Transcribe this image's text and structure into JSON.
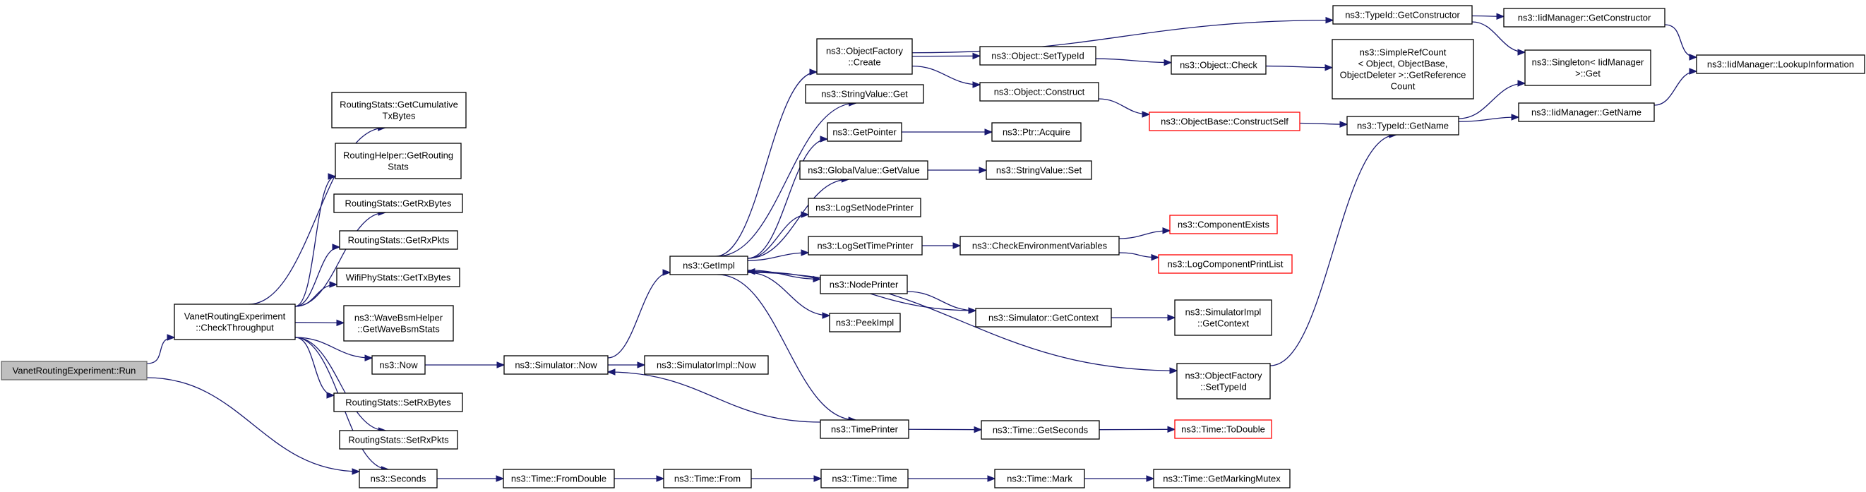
{
  "diagram": {
    "type": "call-graph",
    "colors": {
      "edge": "#191970",
      "root_fill": "#bfbfbf",
      "truncated_border": "#ff0000",
      "node_border": "#000000"
    },
    "nodes": [
      {
        "id": "run",
        "lines": [
          "VanetRoutingExperiment::Run"
        ],
        "style": "root"
      },
      {
        "id": "checkThroughput",
        "lines": [
          "VanetRoutingExperiment",
          "::CheckThroughput"
        ]
      },
      {
        "id": "getCumTxBytes",
        "lines": [
          "RoutingStats::GetCumulative",
          "TxBytes"
        ]
      },
      {
        "id": "getRoutingStats",
        "lines": [
          "RoutingHelper::GetRouting",
          "Stats"
        ]
      },
      {
        "id": "getRxBytes",
        "lines": [
          "RoutingStats::GetRxBytes"
        ]
      },
      {
        "id": "getRxPkts",
        "lines": [
          "RoutingStats::GetRxPkts"
        ]
      },
      {
        "id": "getTxBytes",
        "lines": [
          "WifiPhyStats::GetTxBytes"
        ]
      },
      {
        "id": "getWaveBsm",
        "lines": [
          "ns3::WaveBsmHelper",
          "::GetWaveBsmStats"
        ]
      },
      {
        "id": "now",
        "lines": [
          "ns3::Now"
        ]
      },
      {
        "id": "setRxBytes",
        "lines": [
          "RoutingStats::SetRxBytes"
        ]
      },
      {
        "id": "setRxPkts",
        "lines": [
          "RoutingStats::SetRxPkts"
        ]
      },
      {
        "id": "seconds",
        "lines": [
          "ns3::Seconds"
        ]
      },
      {
        "id": "simNow",
        "lines": [
          "ns3::Simulator::Now"
        ]
      },
      {
        "id": "getImpl",
        "lines": [
          "ns3::GetImpl"
        ]
      },
      {
        "id": "simImplNow",
        "lines": [
          "ns3::SimulatorImpl::Now"
        ]
      },
      {
        "id": "timeFromDouble",
        "lines": [
          "ns3::Time::FromDouble"
        ]
      },
      {
        "id": "timeFrom",
        "lines": [
          "ns3::Time::From"
        ]
      },
      {
        "id": "timeTime",
        "lines": [
          "ns3::Time::Time"
        ]
      },
      {
        "id": "timeMark",
        "lines": [
          "ns3::Time::Mark"
        ]
      },
      {
        "id": "getMarkingMutex",
        "lines": [
          "ns3::Time::GetMarkingMutex"
        ]
      },
      {
        "id": "ofCreate",
        "lines": [
          "ns3::ObjectFactory",
          "::Create"
        ]
      },
      {
        "id": "strValGet",
        "lines": [
          "ns3::StringValue::Get"
        ]
      },
      {
        "id": "getPointer",
        "lines": [
          "ns3::GetPointer"
        ]
      },
      {
        "id": "gvGetValue",
        "lines": [
          "ns3::GlobalValue::GetValue"
        ]
      },
      {
        "id": "logSetNodePrinter",
        "lines": [
          "ns3::LogSetNodePrinter"
        ]
      },
      {
        "id": "logSetTimePrinter",
        "lines": [
          "ns3::LogSetTimePrinter"
        ]
      },
      {
        "id": "nodePrinter",
        "lines": [
          "ns3::NodePrinter"
        ]
      },
      {
        "id": "peekImpl",
        "lines": [
          "ns3::PeekImpl"
        ]
      },
      {
        "id": "timePrinter",
        "lines": [
          "ns3::TimePrinter"
        ]
      },
      {
        "id": "objSetTypeId",
        "lines": [
          "ns3::Object::SetTypeId"
        ]
      },
      {
        "id": "objConstruct",
        "lines": [
          "ns3::Object::Construct"
        ]
      },
      {
        "id": "ptrAcquire",
        "lines": [
          "ns3::Ptr::Acquire"
        ]
      },
      {
        "id": "strValSet",
        "lines": [
          "ns3::StringValue::Set"
        ]
      },
      {
        "id": "checkEnvVars",
        "lines": [
          "ns3::CheckEnvironmentVariables"
        ]
      },
      {
        "id": "simGetContext",
        "lines": [
          "ns3::Simulator::GetContext"
        ]
      },
      {
        "id": "ofSetTypeId",
        "lines": [
          "ns3::ObjectFactory",
          "::SetTypeId"
        ]
      },
      {
        "id": "timeGetSeconds",
        "lines": [
          "ns3::Time::GetSeconds"
        ]
      },
      {
        "id": "typeIdGetConstructor",
        "lines": [
          "ns3::TypeId::GetConstructor"
        ]
      },
      {
        "id": "objCheck",
        "lines": [
          "ns3::Object::Check"
        ]
      },
      {
        "id": "objBaseConstructSelf",
        "lines": [
          "ns3::ObjectBase::ConstructSelf"
        ],
        "style": "red"
      },
      {
        "id": "componentExists",
        "lines": [
          "ns3::ComponentExists"
        ],
        "style": "red"
      },
      {
        "id": "logComponentPrintList",
        "lines": [
          "ns3::LogComponentPrintList"
        ],
        "style": "red"
      },
      {
        "id": "simImplGetContext",
        "lines": [
          "ns3::SimulatorImpl",
          "::GetContext"
        ]
      },
      {
        "id": "timeToDouble",
        "lines": [
          "ns3::Time::ToDouble"
        ],
        "style": "red"
      },
      {
        "id": "simpleRefCount",
        "lines": [
          "ns3::SimpleRefCount",
          "< Object, ObjectBase,",
          "ObjectDeleter >::GetReference",
          "Count"
        ]
      },
      {
        "id": "typeIdGetName",
        "lines": [
          "ns3::TypeId::GetName"
        ]
      },
      {
        "id": "iidGetConstructor",
        "lines": [
          "ns3::IidManager::GetConstructor"
        ]
      },
      {
        "id": "singletonGet",
        "lines": [
          "ns3::Singleton< IidManager",
          ">::Get"
        ]
      },
      {
        "id": "iidGetName",
        "lines": [
          "ns3::IidManager::GetName"
        ]
      },
      {
        "id": "iidLookup",
        "lines": [
          "ns3::IidManager::LookupInformation"
        ]
      }
    ],
    "edges": [
      [
        "run",
        "checkThroughput"
      ],
      [
        "run",
        "seconds"
      ],
      [
        "checkThroughput",
        "getCumTxBytes"
      ],
      [
        "checkThroughput",
        "getRoutingStats"
      ],
      [
        "checkThroughput",
        "getRxBytes"
      ],
      [
        "checkThroughput",
        "getRxPkts"
      ],
      [
        "checkThroughput",
        "getTxBytes"
      ],
      [
        "checkThroughput",
        "getWaveBsm"
      ],
      [
        "checkThroughput",
        "now"
      ],
      [
        "checkThroughput",
        "setRxBytes"
      ],
      [
        "checkThroughput",
        "setRxPkts"
      ],
      [
        "checkThroughput",
        "seconds"
      ],
      [
        "now",
        "simNow"
      ],
      [
        "simNow",
        "getImpl"
      ],
      [
        "simNow",
        "simImplNow"
      ],
      [
        "seconds",
        "timeFromDouble"
      ],
      [
        "timeFromDouble",
        "timeFrom"
      ],
      [
        "timeFrom",
        "timeTime"
      ],
      [
        "timeTime",
        "timeMark"
      ],
      [
        "timeMark",
        "getMarkingMutex"
      ],
      [
        "getImpl",
        "ofCreate"
      ],
      [
        "getImpl",
        "strValGet"
      ],
      [
        "getImpl",
        "getPointer"
      ],
      [
        "getImpl",
        "gvGetValue"
      ],
      [
        "getImpl",
        "logSetNodePrinter"
      ],
      [
        "getImpl",
        "logSetTimePrinter"
      ],
      [
        "getImpl",
        "nodePrinter"
      ],
      [
        "getImpl",
        "peekImpl"
      ],
      [
        "getImpl",
        "timePrinter"
      ],
      [
        "getImpl",
        "ofSetTypeId"
      ],
      [
        "timePrinter",
        "simNow"
      ],
      [
        "timePrinter",
        "timeGetSeconds"
      ],
      [
        "simGetContext",
        "getImpl"
      ],
      [
        "ofCreate",
        "typeIdGetConstructor"
      ],
      [
        "ofCreate",
        "objSetTypeId"
      ],
      [
        "ofCreate",
        "objConstruct"
      ],
      [
        "getPointer",
        "ptrAcquire"
      ],
      [
        "gvGetValue",
        "strValSet"
      ],
      [
        "logSetTimePrinter",
        "checkEnvVars"
      ],
      [
        "nodePrinter",
        "simGetContext"
      ],
      [
        "objSetTypeId",
        "objCheck"
      ],
      [
        "objCheck",
        "simpleRefCount"
      ],
      [
        "objConstruct",
        "objBaseConstructSelf"
      ],
      [
        "objBaseConstructSelf",
        "typeIdGetName"
      ],
      [
        "checkEnvVars",
        "componentExists"
      ],
      [
        "checkEnvVars",
        "logComponentPrintList"
      ],
      [
        "simGetContext",
        "simImplGetContext"
      ],
      [
        "timeGetSeconds",
        "timeToDouble"
      ],
      [
        "ofSetTypeId",
        "typeIdGetName"
      ],
      [
        "typeIdGetConstructor",
        "iidGetConstructor"
      ],
      [
        "typeIdGetConstructor",
        "singletonGet"
      ],
      [
        "typeIdGetName",
        "singletonGet"
      ],
      [
        "typeIdGetName",
        "iidGetName"
      ],
      [
        "iidGetConstructor",
        "iidLookup"
      ],
      [
        "iidGetName",
        "iidLookup"
      ]
    ]
  }
}
